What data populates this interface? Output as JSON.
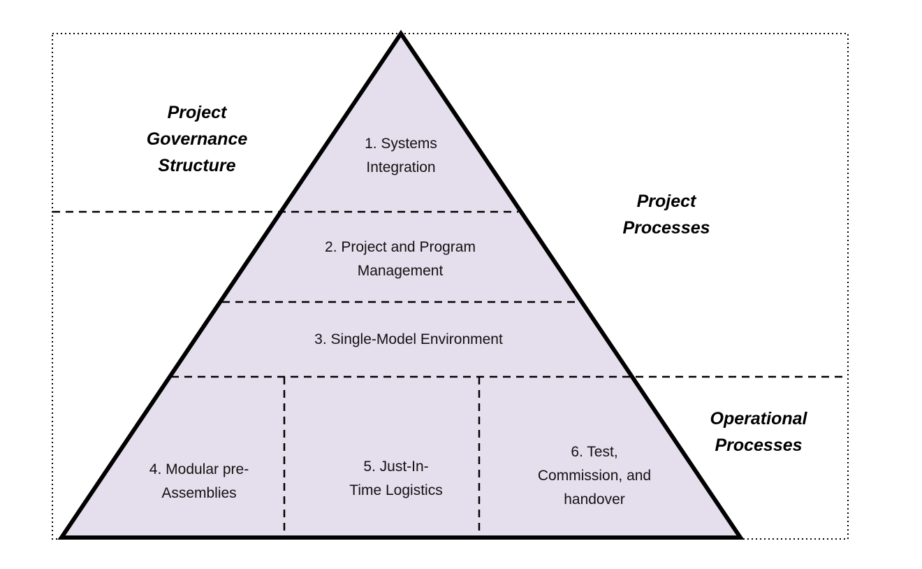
{
  "colors": {
    "fill": "#e5deed",
    "stroke": "#000000"
  },
  "side_labels": {
    "governance": [
      "Project",
      "Governance",
      "Structure"
    ],
    "project": [
      "Project",
      "Processes"
    ],
    "operational": [
      "Operational",
      "Processes"
    ]
  },
  "layers": [
    {
      "lines": [
        "1. Systems",
        "Integration"
      ]
    },
    {
      "lines": [
        "2. Project and Program",
        "Management"
      ]
    },
    {
      "lines": [
        "3. Single-Model Environment"
      ]
    },
    {
      "lines": [
        "4. Modular pre-",
        "Assemblies"
      ]
    },
    {
      "lines": [
        "5. Just-In-",
        "Time Logistics"
      ]
    },
    {
      "lines": [
        "6. Test,",
        "Commission, and",
        "handover"
      ]
    }
  ]
}
